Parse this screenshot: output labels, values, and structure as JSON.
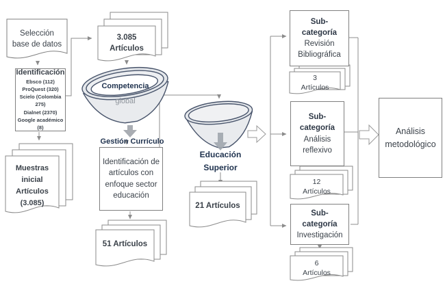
{
  "palette": {
    "box_border": "#7f7f7f",
    "connector_gray": "#8c8c8c",
    "funnel_stroke": "#47536a",
    "funnel_fill": "#eceef1",
    "solid_arrow_gray": "#a9adb3",
    "text_dark": "#3a4149",
    "text_navy": "#20334f",
    "text_gray": "#8f959c"
  },
  "left": {
    "seleccion_doc": "Selección\nbase de datos",
    "identificacion": {
      "title": "Identificación",
      "databases": [
        "Ebsco (112)",
        "ProQuest (320)",
        "Scielo (Colombia 275)",
        "Dialnet (2370)",
        "Google académico (8)"
      ]
    },
    "muestras_doc": "Muestras\ninicial\nArtículos\n(3.085)"
  },
  "middle": {
    "articulos_3085_doc": "3.085\nArtículos",
    "funnel1": {
      "line1": "Competencia",
      "line2": "global"
    },
    "gestion_label": "Gestión Currículo",
    "enfoque_box": "Identificación de artículos con enfoque sector educación",
    "articulos_51_doc": "51 Artículos"
  },
  "branch2": {
    "educacion_label": "Educación\nSuperior",
    "articulos_21_doc": "21 Artículos"
  },
  "subcategories": [
    {
      "title": "Sub-\ncategoría",
      "body": "Revisión\nBibliográfica",
      "count_doc": "3\nArtículos"
    },
    {
      "title": "Sub-\ncategoría",
      "body": "Análisis\nreflexivo",
      "count_doc": "12\nArtículos"
    },
    {
      "title": "Sub-\ncategoría",
      "body": "Investigación",
      "count_doc": "6\nArtículos"
    }
  ],
  "result": {
    "analisis_box": "Análisis\nmetodológico"
  }
}
